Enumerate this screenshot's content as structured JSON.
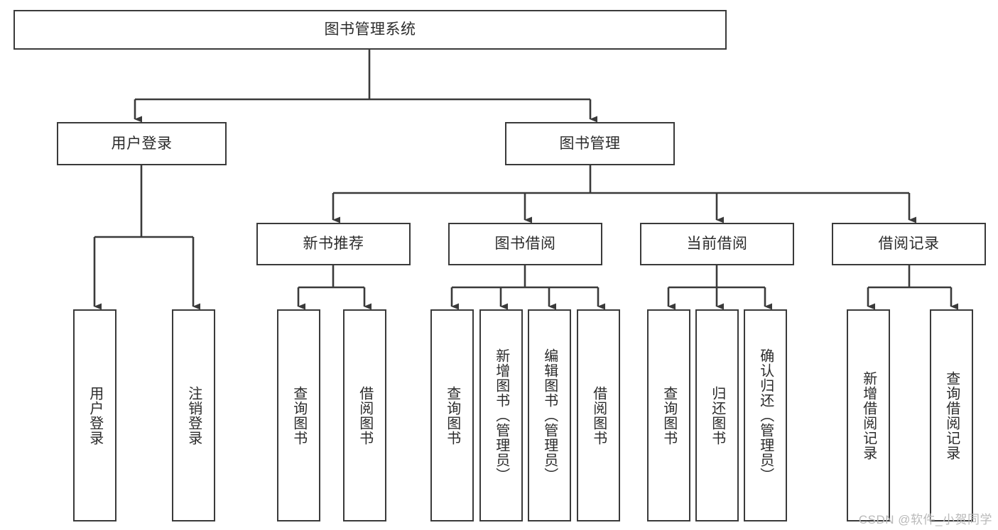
{
  "diagram": {
    "title": "图书管理系统",
    "watermark": "CSDN @软件_小贺同学",
    "colors": {
      "box_border": "#3a3a3a",
      "box_fill": "#ffffff",
      "line": "#3a3a3a",
      "text": "#2b2b2b",
      "watermark": "#b9b9b9",
      "background": "#ffffff"
    },
    "root": {
      "label": "图书管理系统"
    },
    "level2": [
      {
        "label": "用户登录"
      },
      {
        "label": "图书管理"
      }
    ],
    "level3": [
      {
        "label": "新书推荐"
      },
      {
        "label": "图书借阅"
      },
      {
        "label": "当前借阅"
      },
      {
        "label": "借阅记录"
      }
    ],
    "leaves": {
      "user_login": [
        {
          "label": "用户登录"
        },
        {
          "label": "注销登录"
        }
      ],
      "new_book_recommend": [
        {
          "label": "查询图书"
        },
        {
          "label": "借阅图书"
        }
      ],
      "book_borrow": [
        {
          "label": "查询图书"
        },
        {
          "label": "新增图书（管理员）"
        },
        {
          "label": "编辑图书（管理员）"
        },
        {
          "label": "借阅图书"
        }
      ],
      "current_borrow": [
        {
          "label": "查询图书"
        },
        {
          "label": "归还图书"
        },
        {
          "label": "确认归还（管理员）"
        }
      ],
      "borrow_record": [
        {
          "label": "新增借阅记录"
        },
        {
          "label": "查询借阅记录"
        }
      ]
    }
  }
}
